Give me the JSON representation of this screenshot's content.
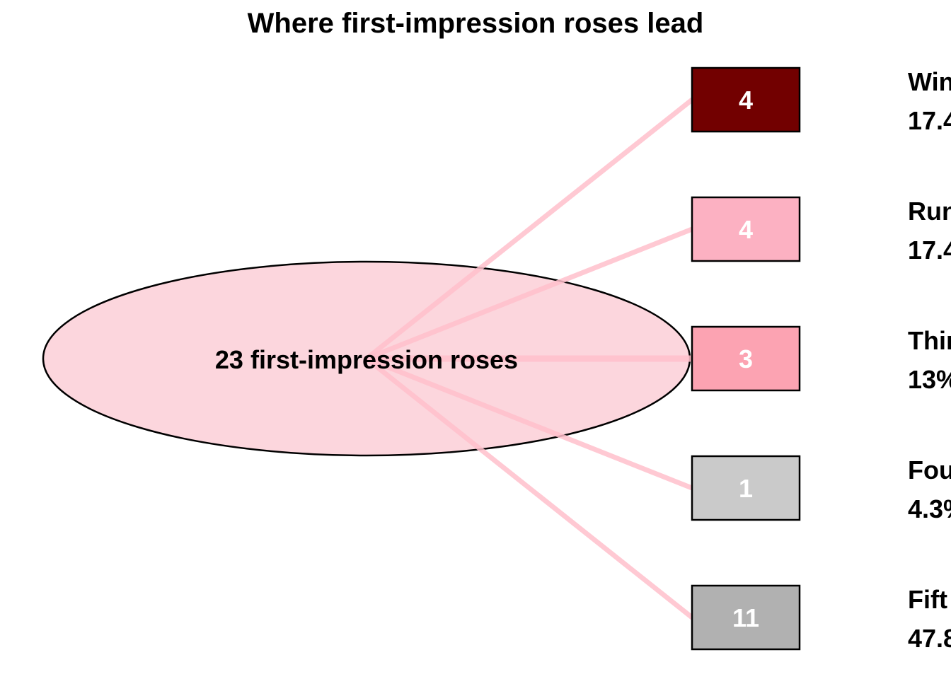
{
  "title": "Where first-impression roses lead",
  "center": {
    "label": "23 first-impression roses",
    "fill": "#fcd6dd"
  },
  "link_color": "#ffc0cb",
  "outcomes": [
    {
      "count": "4",
      "label": "Win",
      "percent": "17.4",
      "fill": "#720000",
      "text_color": "#ffffff"
    },
    {
      "count": "4",
      "label": "Run",
      "percent": "17.4",
      "fill": "#fcb1c2",
      "text_color": "#ffffff"
    },
    {
      "count": "3",
      "label": "Thir",
      "percent": "13%",
      "fill": "#fca3b2",
      "text_color": "#ffffff"
    },
    {
      "count": "1",
      "label": "Fou",
      "percent": "4.3%",
      "fill": "#cacaca",
      "text_color": "#ffffff"
    },
    {
      "count": "11",
      "label": "Fift",
      "percent": "47.8",
      "fill": "#b1b1b1",
      "text_color": "#ffffff"
    }
  ]
}
